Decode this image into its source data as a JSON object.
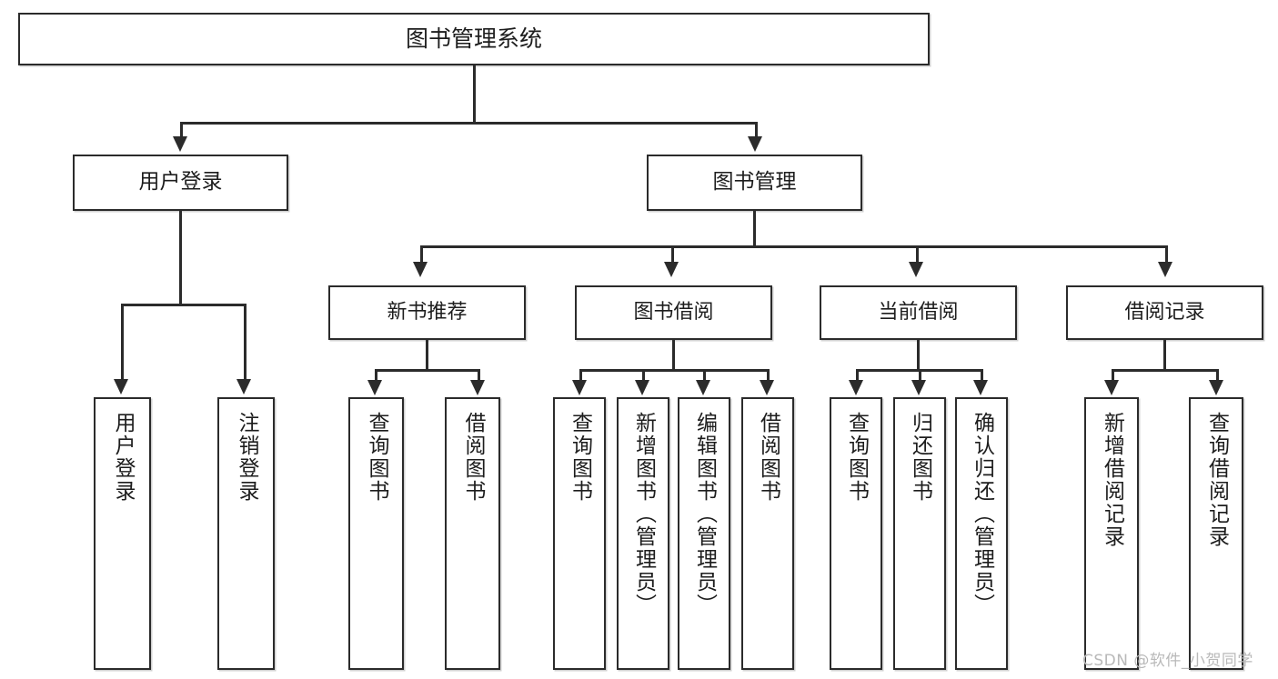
{
  "diagram": {
    "type": "tree",
    "title": "图书管理系统",
    "colors": {
      "stroke": "#2b2b2b",
      "fill": "#ffffff",
      "text": "#1d1d1d",
      "watermark": "#b9b9b9"
    },
    "root": {
      "label": "图书管理系统"
    },
    "level2": [
      {
        "label": "用户登录"
      },
      {
        "label": "图书管理"
      }
    ],
    "level3": [
      {
        "label": "新书推荐"
      },
      {
        "label": "图书借阅"
      },
      {
        "label": "当前借阅"
      },
      {
        "label": "借阅记录"
      }
    ],
    "leaves": {
      "user_login": [
        {
          "label": "用户登录"
        },
        {
          "label": "注销登录"
        }
      ],
      "new_book": [
        {
          "label": "查询图书"
        },
        {
          "label": "借阅图书"
        }
      ],
      "book_borrow": [
        {
          "label": "查询图书"
        },
        {
          "label": "新增图书（管理员）"
        },
        {
          "label": "编辑图书（管理员）"
        },
        {
          "label": "借阅图书"
        }
      ],
      "current_borrow": [
        {
          "label": "查询图书"
        },
        {
          "label": "归还图书"
        },
        {
          "label": "确认归还（管理员）"
        }
      ],
      "borrow_record": [
        {
          "label": "新增借阅记录"
        },
        {
          "label": "查询借阅记录"
        }
      ]
    }
  },
  "watermark": {
    "text": "CSDN @软件_小贺同学"
  }
}
